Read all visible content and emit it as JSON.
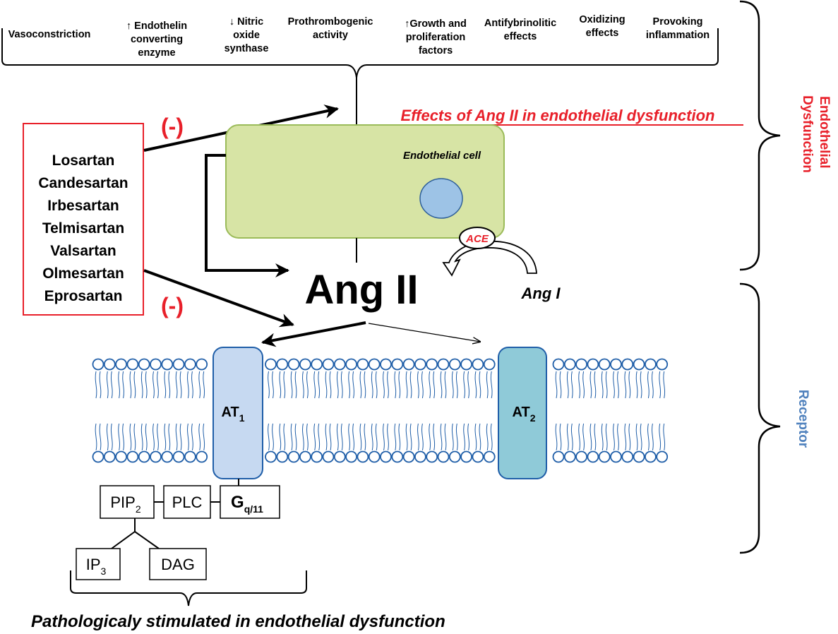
{
  "effects": [
    {
      "id": "vasoconstriction",
      "lines": [
        "Vasoconstriction"
      ]
    },
    {
      "id": "endothelin",
      "lines": [
        "↑ Endothelin",
        "converting",
        "enzyme"
      ]
    },
    {
      "id": "nitric-oxide",
      "lines": [
        "↓ Nitric",
        "oxide",
        "synthase"
      ]
    },
    {
      "id": "prothrombogenic",
      "lines": [
        "Prothrombogenic",
        "activity"
      ]
    },
    {
      "id": "growth",
      "lines": [
        "↑Growth and",
        "proliferation",
        "factors"
      ]
    },
    {
      "id": "antifybrinolitic",
      "lines": [
        "Antifybrinolitic",
        "effects"
      ]
    },
    {
      "id": "oxidizing",
      "lines": [
        "Oxidizing",
        "effects"
      ]
    },
    {
      "id": "inflammation",
      "lines": [
        "Provoking",
        "inflammation"
      ]
    }
  ],
  "effects_title": "Effects of Ang II in endothelial dysfunction",
  "drugs": [
    "Losartan",
    "Candesartan",
    "Irbesartan",
    "Telmisartan",
    "Valsartan",
    "Olmesartan",
    "Eprosartan"
  ],
  "inhibit_symbol": "(-)",
  "endothelial_cell_label": "Endothelial cell",
  "ace_label": "ACE",
  "ang1_label": "Ang I",
  "ang2_label": "Ang II",
  "at1": {
    "base": "AT",
    "sub": "1"
  },
  "at2": {
    "base": "AT",
    "sub": "2"
  },
  "gq": {
    "base": "G",
    "sub": "q/11"
  },
  "plc_label": "PLC",
  "pip2": {
    "base": "PIP",
    "sub": "2"
  },
  "ip3": {
    "base": "IP",
    "sub": "3"
  },
  "dag_label": "DAG",
  "bottom_caption": "Pathologicaly stimulated in endothelial dysfunction",
  "side_labels": {
    "endothelial": [
      "Endothelial",
      "Dysfunction"
    ],
    "receptor": "Receptor"
  },
  "colors": {
    "red": "#e8202a",
    "blue_label": "#4f81bd",
    "cell_fill": "#d7e4a5",
    "cell_stroke": "#9bbb59",
    "nucleus_fill": "#9dc3e6",
    "at1_fill": "#c6d9f1",
    "at2_fill": "#8fcad8",
    "membrane_blue": "#1f5ea8"
  }
}
